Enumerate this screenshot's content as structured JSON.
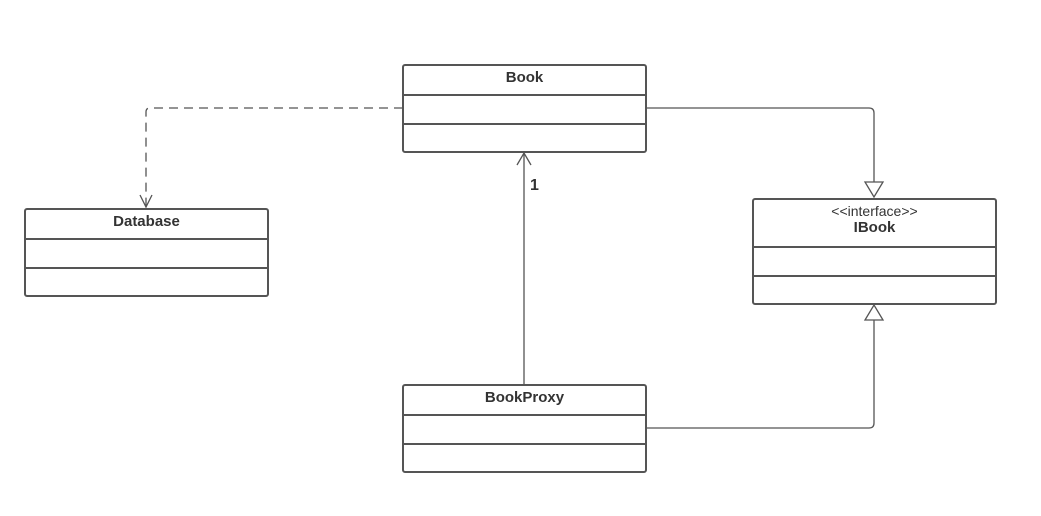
{
  "classes": {
    "book": {
      "name": "Book"
    },
    "database": {
      "name": "Database"
    },
    "ibook": {
      "stereotype": "<<interface>>",
      "name": "IBook"
    },
    "bookproxy": {
      "name": "BookProxy"
    }
  },
  "relations": {
    "proxy_to_book": {
      "type": "association",
      "multiplicity": "1"
    },
    "book_to_database": {
      "type": "dependency"
    },
    "book_to_ibook": {
      "type": "realization"
    },
    "proxy_to_ibook": {
      "type": "realization"
    }
  },
  "colors": {
    "stroke": "#555555",
    "text": "#333333"
  }
}
